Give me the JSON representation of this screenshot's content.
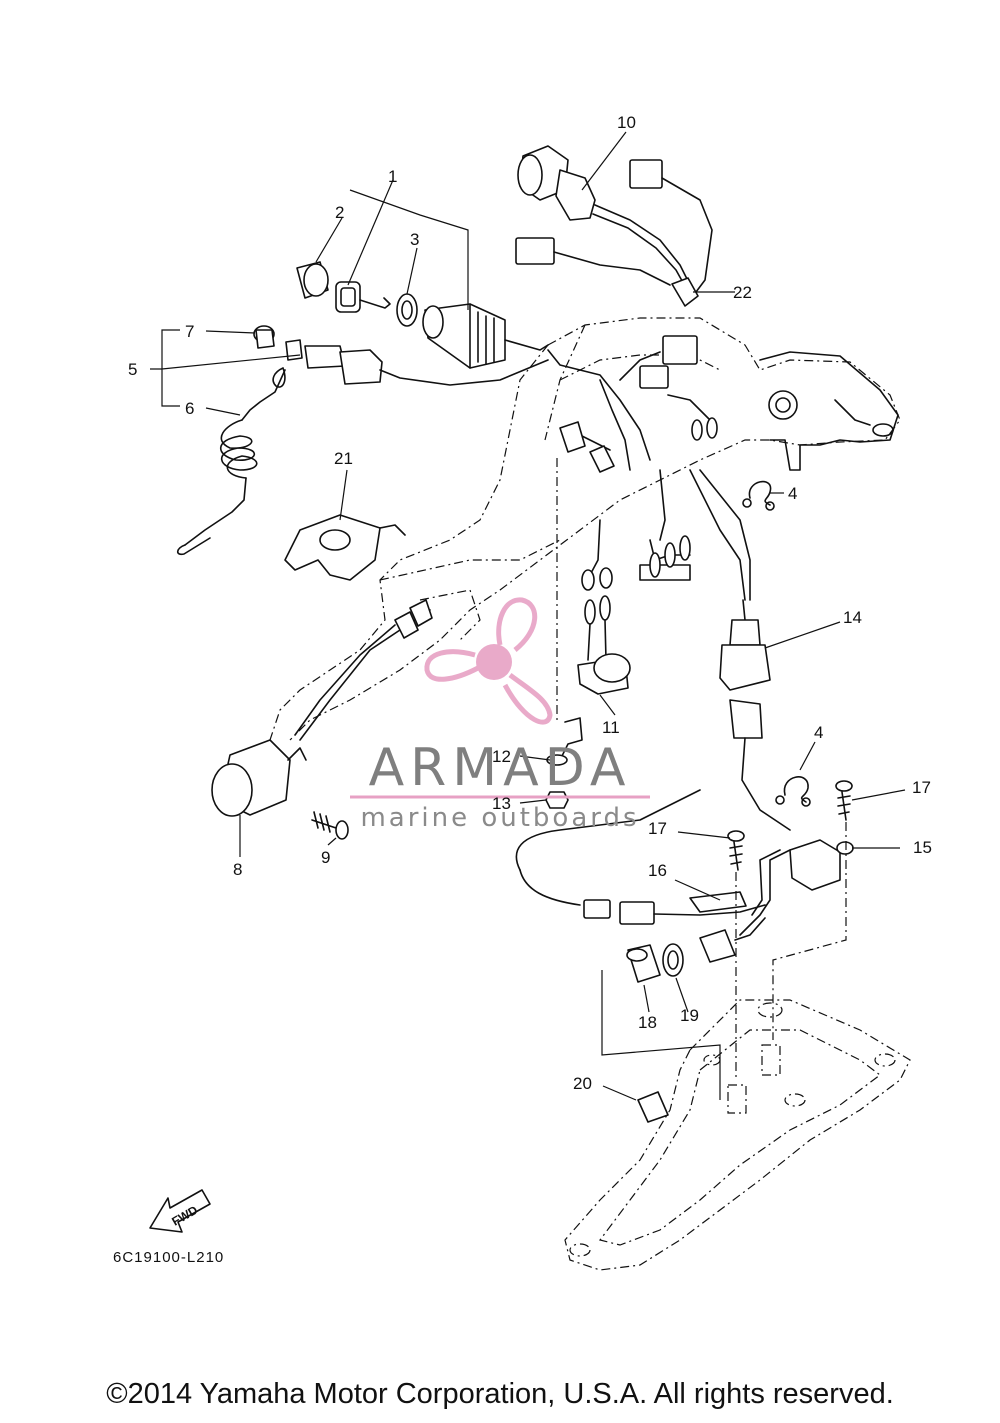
{
  "callouts": [
    {
      "id": "c1",
      "label": "1"
    },
    {
      "id": "c2",
      "label": "2"
    },
    {
      "id": "c3",
      "label": "3"
    },
    {
      "id": "c4a",
      "label": "4"
    },
    {
      "id": "c4b",
      "label": "4"
    },
    {
      "id": "c5",
      "label": "5"
    },
    {
      "id": "c6",
      "label": "6"
    },
    {
      "id": "c7",
      "label": "7"
    },
    {
      "id": "c8",
      "label": "8"
    },
    {
      "id": "c9",
      "label": "9"
    },
    {
      "id": "c10",
      "label": "10"
    },
    {
      "id": "c11",
      "label": "11"
    },
    {
      "id": "c12",
      "label": "12"
    },
    {
      "id": "c13",
      "label": "13"
    },
    {
      "id": "c14",
      "label": "14"
    },
    {
      "id": "c15",
      "label": "15"
    },
    {
      "id": "c16",
      "label": "16"
    },
    {
      "id": "c17a",
      "label": "17"
    },
    {
      "id": "c17b",
      "label": "17"
    },
    {
      "id": "c18",
      "label": "18"
    },
    {
      "id": "c19",
      "label": "19"
    },
    {
      "id": "c20",
      "label": "20"
    },
    {
      "id": "c21",
      "label": "21"
    },
    {
      "id": "c22",
      "label": "22"
    }
  ],
  "diagram_code": "6C19100-L210",
  "fwd_label": "FWD",
  "watermark": {
    "title": "ARMADA",
    "subtitle": "marine outboards",
    "logo_color": "#e7a1c4",
    "text_color": "#7f7f7f"
  },
  "copyright": "©2014 Yamaha Motor Corporation, U.S.A. All rights reserved."
}
